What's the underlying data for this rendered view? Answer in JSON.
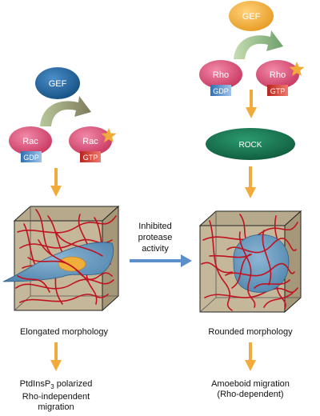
{
  "left": {
    "gef": "GEF",
    "gtpase_inactive": "Rac",
    "gtpase_active": "Rac",
    "gdp": "GDP",
    "gtp": "GTP",
    "morphology": "Elongated morphology",
    "migration_line1_prefix": "PtdInsP",
    "migration_line1_sub": "3",
    "migration_line1_suffix": " polarized",
    "migration_line2": "Rho-independent",
    "migration_line3": "migration"
  },
  "right": {
    "gef": "GEF",
    "gtpase_inactive": "Rho",
    "gtpase_active": "Rho",
    "gdp": "GDP",
    "gtp": "GTP",
    "effector": "ROCK",
    "morphology": "Rounded morphology",
    "migration_line1": "Amoeboid migration",
    "migration_line2": "(Rho-dependent)"
  },
  "transition": {
    "line1": "Inhibited",
    "line2": "protease",
    "line3": "activity"
  },
  "colors": {
    "gef_left": "#1d5e94",
    "gef_right": "#f1b23e",
    "gtpase": "#d9557a",
    "gdp_box": "#3f7fc1",
    "gtp_box": "#d8352e",
    "rock": "#1a7a56",
    "arrow": "#f0ab3a",
    "transition_arrow": "#5b8fc9",
    "fiber": "#c1121f",
    "cell": "#6f9ec0",
    "nucleus": "#f0ae3b",
    "star": "#f0ab3a"
  }
}
